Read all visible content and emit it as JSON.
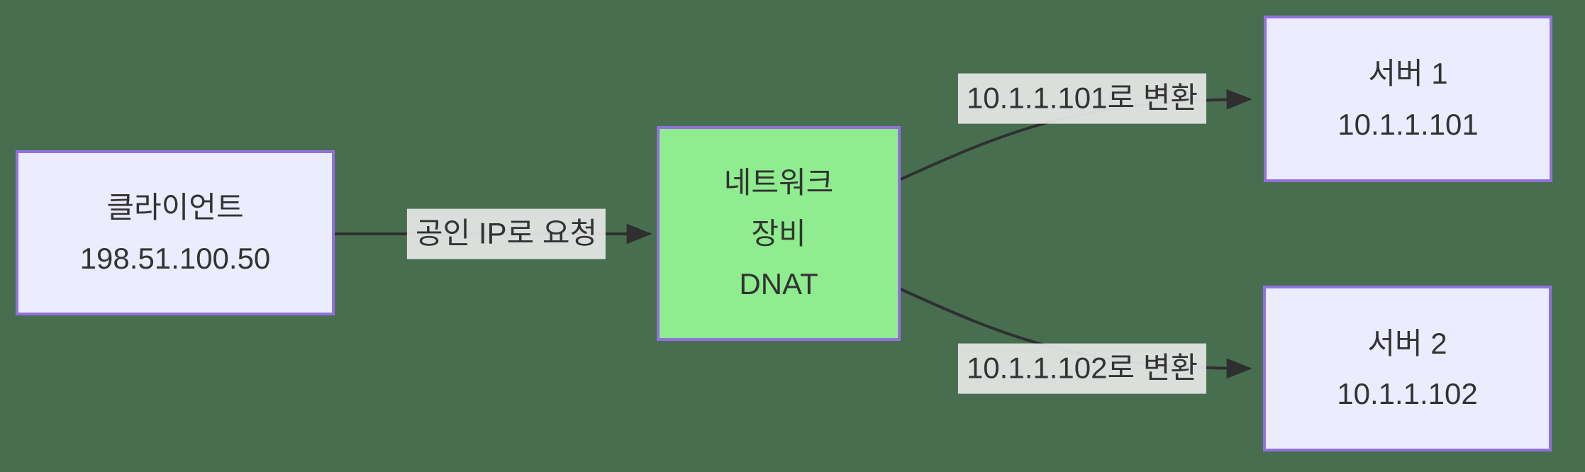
{
  "diagram": {
    "type": "flowchart",
    "direction": "left-to-right",
    "colors": {
      "background": "#486E50",
      "node_fill": "#ECECFF",
      "node_border": "#9370DB",
      "dnat_fill": "#8FEC8F",
      "edge_line": "#2F2F2F",
      "edge_label_bg": "#E8E8E8",
      "text": "#333333"
    },
    "nodes": [
      {
        "id": "client",
        "title": "클라이언트",
        "subtitle": "198.51.100.50"
      },
      {
        "id": "dnat",
        "lines": [
          "네트워크",
          "장비",
          "DNAT"
        ]
      },
      {
        "id": "server1",
        "title": "서버 1",
        "subtitle": "10.1.1.101"
      },
      {
        "id": "server2",
        "title": "서버 2",
        "subtitle": "10.1.1.102"
      }
    ],
    "edges": [
      {
        "from": "client",
        "to": "dnat",
        "label": "공인 IP로 요청"
      },
      {
        "from": "dnat",
        "to": "server1",
        "label": "10.1.1.101로 변환"
      },
      {
        "from": "dnat",
        "to": "server2",
        "label": "10.1.1.102로 변환"
      }
    ]
  }
}
